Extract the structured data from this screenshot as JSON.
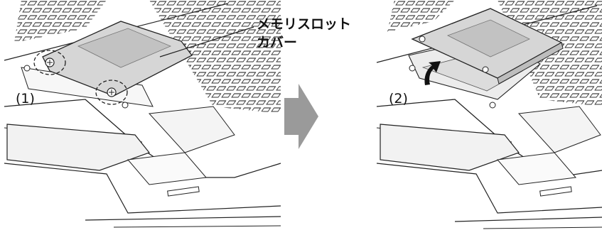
{
  "callout": {
    "line1": "メモリスロット",
    "line2": "カバー"
  },
  "steps": {
    "step1": "(1)",
    "step2": "(2)"
  },
  "icons": {
    "transition": "right-arrow-icon",
    "lift": "curved-up-arrow-icon"
  },
  "colors": {
    "cover_fill": "#d6d6d6",
    "arrow_gray": "#9a9a9a",
    "line": "#222222"
  }
}
